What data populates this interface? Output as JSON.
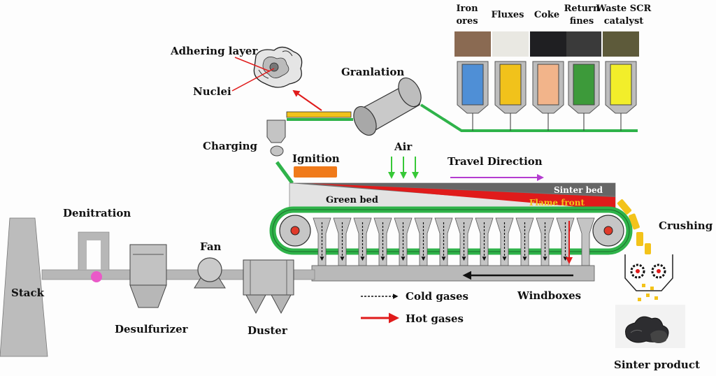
{
  "labels": {
    "adhering_layer": "Adhering layer",
    "nuclei": "Nuclei",
    "granulation": "Granlation",
    "charging": "Charging",
    "ignition": "Ignition",
    "air": "Air",
    "travel_direction": "Travel Direction",
    "sinter_bed": "Sinter bed",
    "green_bed": "Green bed",
    "flame_front": "Flame front",
    "crushing": "Crushing",
    "denitration": "Denitration",
    "stack": "Stack",
    "fan": "Fan",
    "desulfurizer": "Desulfurizer",
    "duster": "Duster",
    "windboxes": "Windboxes",
    "sinter_product": "Sinter product"
  },
  "legend": {
    "cold_gases": "Cold gases",
    "hot_gases": "Hot gases"
  },
  "raw_materials": [
    {
      "line1": "Iron",
      "line2": "ores",
      "sample_color": "#8a6a52",
      "bin_color": "#4f8fd6"
    },
    {
      "line1": "Fluxes",
      "line2": "",
      "sample_color": "#ecebe6",
      "bin_color": "#f1c21b"
    },
    {
      "line1": "Coke",
      "line2": "",
      "sample_color": "#1f1f22",
      "bin_color": "#f2b48a"
    },
    {
      "line1": "Return",
      "line2": "fines",
      "sample_color": "#3a3a3a",
      "bin_color": "#3d9a3a"
    },
    {
      "line1": "Waste SCR",
      "line2": "catalyst",
      "sample_color": "#5d5a3a",
      "bin_color": "#f2ee2a"
    }
  ],
  "colors": {
    "conveyor": "#2fb34a",
    "flame": "#e01b1b",
    "ignition": "#f07a1a",
    "air_arrow": "#37c837",
    "travel_arrow": "#b43cd0",
    "gray": "#b9b9b9",
    "duct": "#b7b7b7",
    "denitration_dot": "#ea5ac8",
    "product_bits": "#f3c31a"
  }
}
